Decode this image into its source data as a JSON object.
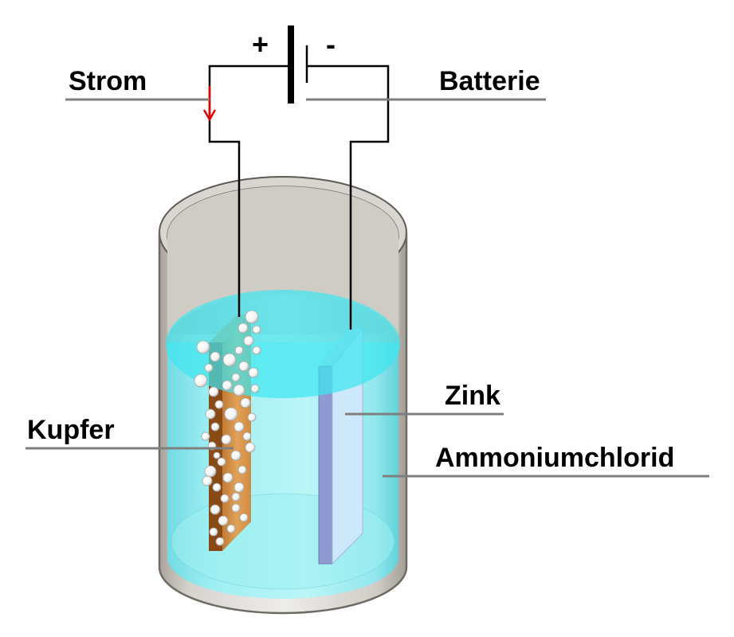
{
  "labels": {
    "strom": "Strom",
    "batterie": "Batterie",
    "kupfer": "Kupfer",
    "zink": "Zink",
    "ammoniumchlorid": "Ammoniumchlorid"
  },
  "battery": {
    "plus": "+",
    "minus": "-"
  },
  "colors": {
    "electrolyte": "#5fe8ee",
    "electrolyte_surface": "#3ee6f0",
    "copper": "#d58a3c",
    "copper_dark": "#8a4a16",
    "zinc_front": "#cde7fb",
    "zinc_side": "#8e9ad0",
    "glass": "#bdb8b0",
    "current_arrow": "#e00000",
    "leader_line": "#7f7f7f"
  }
}
